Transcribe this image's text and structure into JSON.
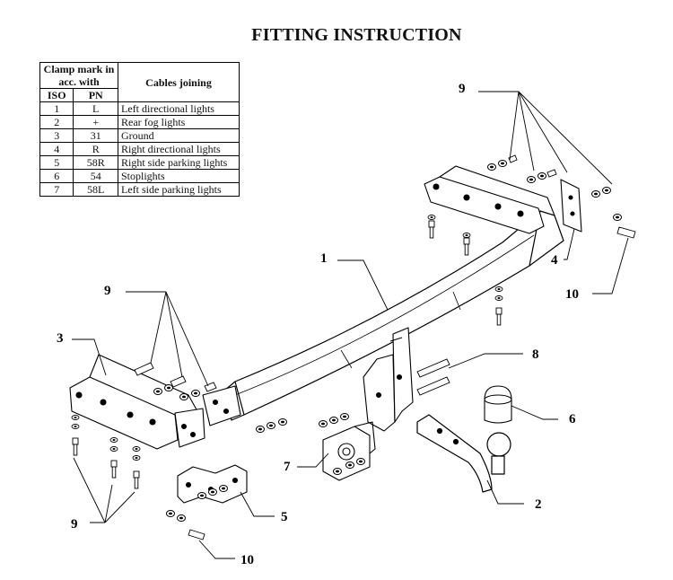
{
  "title": "FITTING INSTRUCTION",
  "table": {
    "header_clamp": "Clamp mark in acc. with",
    "header_iso": "ISO",
    "header_pn": "PN",
    "header_cables": "Cables joining",
    "rows": [
      {
        "iso": "1",
        "pn": "L",
        "cable": "Left directional lights"
      },
      {
        "iso": "2",
        "pn": "+",
        "cable": "Rear fog lights"
      },
      {
        "iso": "3",
        "pn": "31",
        "cable": "Ground"
      },
      {
        "iso": "4",
        "pn": "R",
        "cable": "Right directional lights"
      },
      {
        "iso": "5",
        "pn": "58R",
        "cable": "Right side parking lights"
      },
      {
        "iso": "6",
        "pn": "54",
        "cable": "Stoplights"
      },
      {
        "iso": "7",
        "pn": "58L",
        "cable": "Left side parking lights"
      }
    ]
  },
  "callouts": {
    "c1": "1",
    "c2": "2",
    "c3": "3",
    "c4": "4",
    "c5": "5",
    "c6": "6",
    "c7": "7",
    "c8": "8",
    "c9a": "9",
    "c9b": "9",
    "c9c": "9",
    "c10a": "10",
    "c10b": "10"
  }
}
